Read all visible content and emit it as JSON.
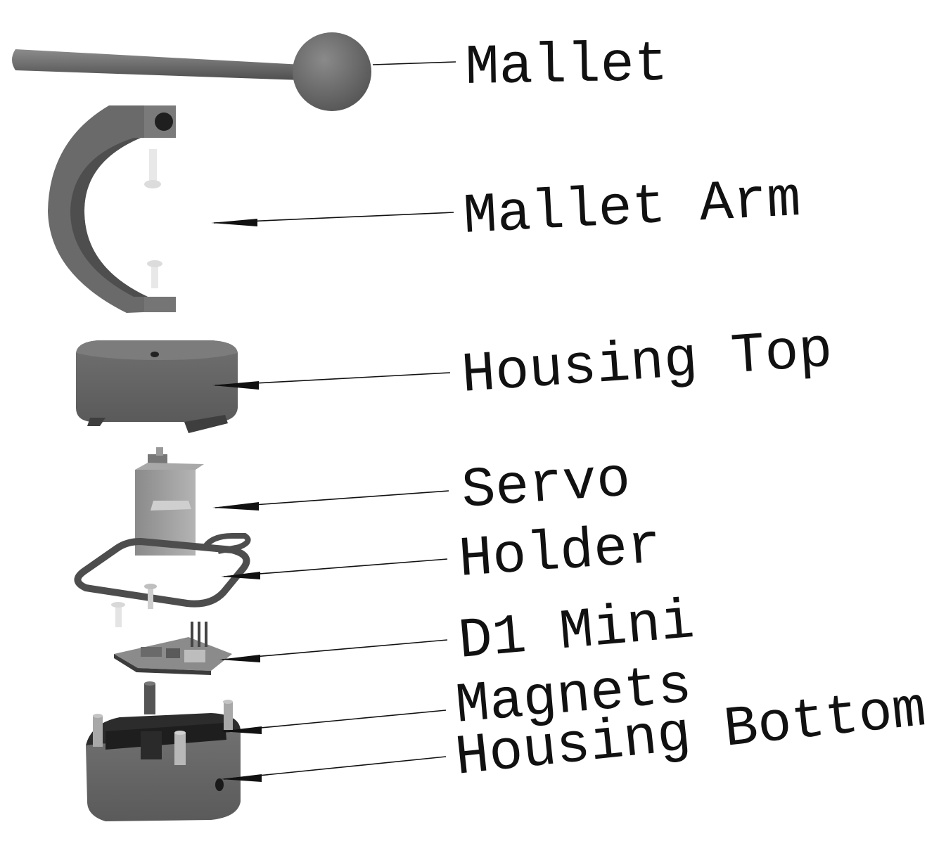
{
  "labels": {
    "mallet": "Mallet",
    "mallet_arm": "Mallet Arm",
    "housing_top": "Housing Top",
    "servo": "Servo",
    "holder": "Holder",
    "d1_mini": "D1 Mini",
    "magnets": "Magnets",
    "housing_bottom": "Housing Bottom"
  },
  "colors": {
    "part_dark": "#5b5b5b",
    "part_mid": "#777777",
    "part_light": "#9a9a9a",
    "screw": "#e4e4e4",
    "ink": "#111111"
  }
}
